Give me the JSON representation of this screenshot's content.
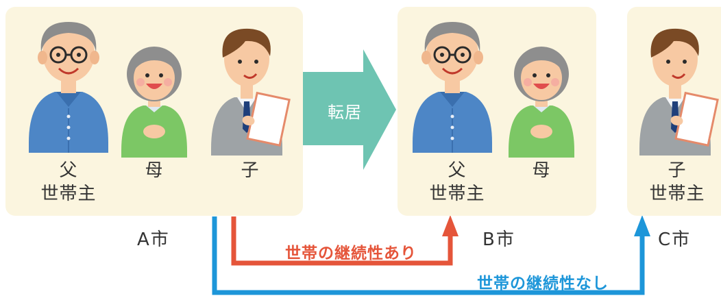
{
  "panels": {
    "a": {
      "people": [
        {
          "role_label": "父",
          "sub_label": "世帯主"
        },
        {
          "role_label": "母",
          "sub_label": ""
        },
        {
          "role_label": "子",
          "sub_label": ""
        }
      ],
      "city": "A市"
    },
    "b": {
      "people": [
        {
          "role_label": "父",
          "sub_label": "世帯主"
        },
        {
          "role_label": "母",
          "sub_label": ""
        }
      ],
      "city": "B市"
    },
    "c": {
      "people": [
        {
          "role_label": "子",
          "sub_label": "世帯主"
        }
      ],
      "city": "C市"
    }
  },
  "move_arrow_label": "転居",
  "flows": {
    "continuity_yes": {
      "label": "世帯の継続性あり",
      "color": "#e5553a"
    },
    "continuity_no": {
      "label": "世帯の継続性なし",
      "color": "#1d96d9"
    }
  },
  "colors": {
    "panel_bg": "#fbf5df",
    "move_arrow": "#6ec4b2",
    "father_shirt": "#4d86c6",
    "mother_shirt": "#7cc765",
    "son_suit": "#9ea3a6"
  }
}
